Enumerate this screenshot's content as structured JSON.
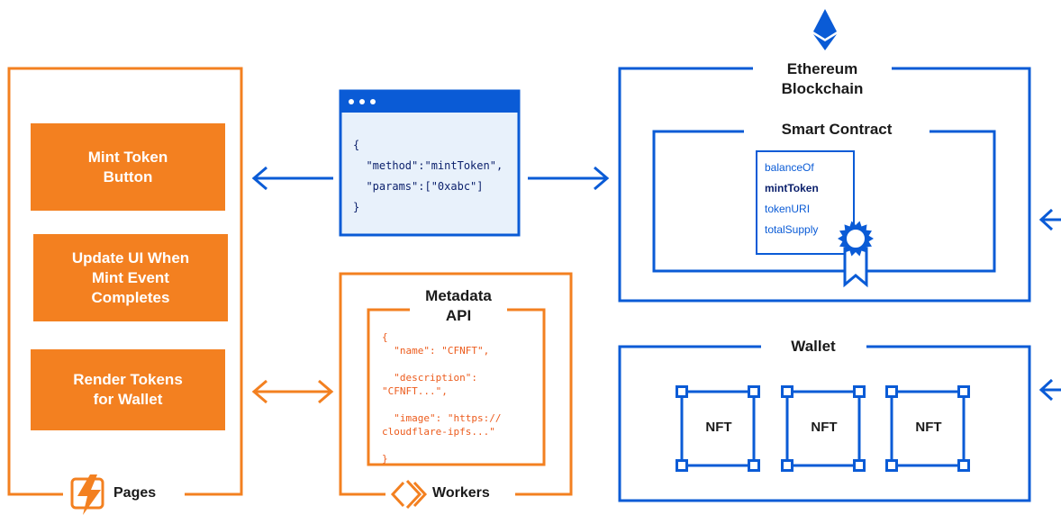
{
  "pages": {
    "buttons": [
      {
        "label": "Mint Token\nButton"
      },
      {
        "label": "Update UI When\nMint Event\nCompletes"
      },
      {
        "label": "Render Tokens\nfor Wallet"
      }
    ],
    "footer_label": "Pages",
    "icon": "lightning-bolt-icon"
  },
  "request": {
    "code_lines": [
      "{",
      "  \"method\":\"mintToken\",",
      "  \"params\":[\"0xabc\"]",
      "}"
    ]
  },
  "workers": {
    "title": "Metadata\nAPI",
    "code_lines": [
      "{",
      "  \"name\": \"CFNFT\",",
      "",
      "  \"description\":",
      "\"CFNFT...\",",
      "",
      "  \"image\": \"https://",
      "cloudflare-ipfs...\"",
      "",
      "}"
    ],
    "footer_label": "Workers",
    "icon": "chevron-logo-icon"
  },
  "ethereum": {
    "title": "Ethereum\nBlockchain",
    "icon": "ethereum-logo-icon",
    "smart_contract": {
      "title": "Smart Contract",
      "functions": [
        "balanceOf",
        "mintToken",
        "tokenURI",
        "totalSupply"
      ],
      "bold_function": "mintToken",
      "icon": "certificate-ribbon-icon"
    }
  },
  "wallet": {
    "title": "Wallet",
    "nfts": [
      "NFT",
      "NFT",
      "NFT"
    ]
  },
  "colors": {
    "orange": "#f38020",
    "blue": "#0a5bd6",
    "code_bg": "#e8f1fb",
    "dark": "#1a1a1a"
  }
}
